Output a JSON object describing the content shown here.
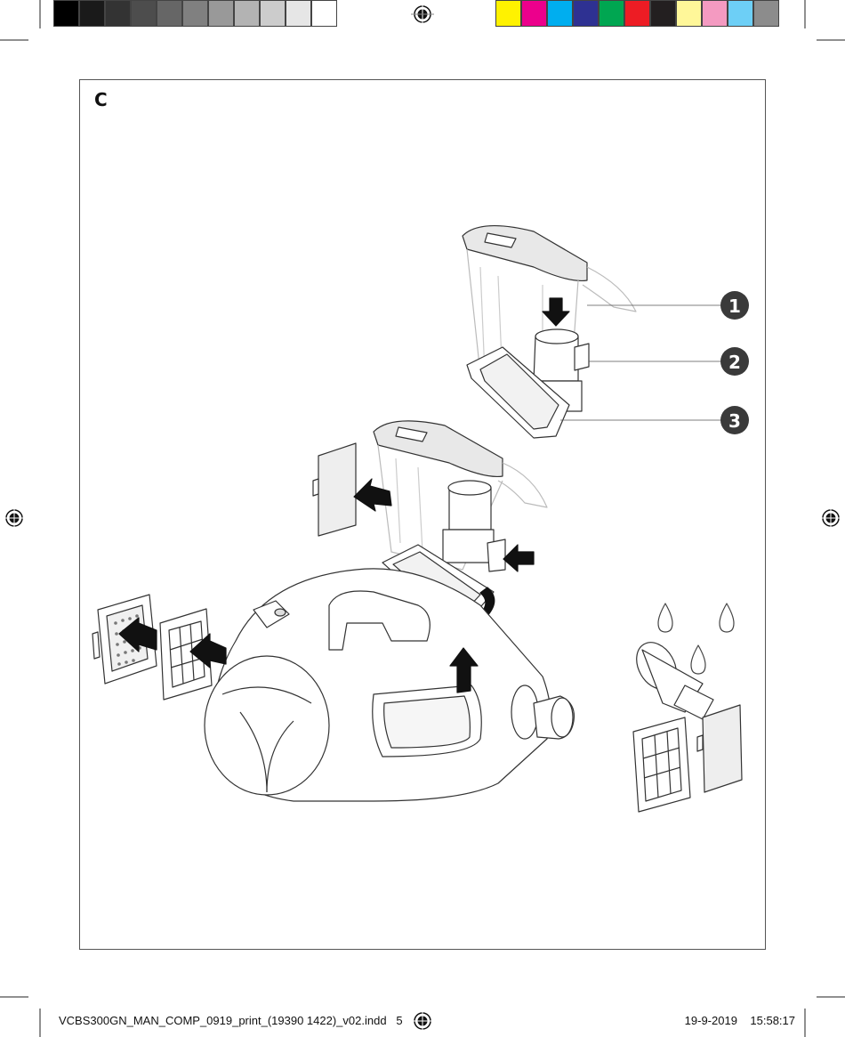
{
  "color_bars": {
    "grayscale": [
      "#000000",
      "#1a1a1a",
      "#333333",
      "#4d4d4d",
      "#666666",
      "#808080",
      "#999999",
      "#b3b3b3",
      "#cccccc",
      "#e6e6e6",
      "#ffffff"
    ],
    "process": [
      "#fff200",
      "#ec008c",
      "#00aeef",
      "#2e3192",
      "#00a651",
      "#ed1c24",
      "#231f20",
      "#fff799",
      "#f49ac1",
      "#6dcff6",
      "#8c8c8c"
    ]
  },
  "section_letter": "C",
  "callouts": [
    "1",
    "2",
    "3"
  ],
  "footer": {
    "file": "VCBS300GN_MAN_COMP_0919_print_(19390 1422)_v02.indd",
    "page": "5",
    "date": "19-9-2019",
    "time": "15:58:17"
  }
}
